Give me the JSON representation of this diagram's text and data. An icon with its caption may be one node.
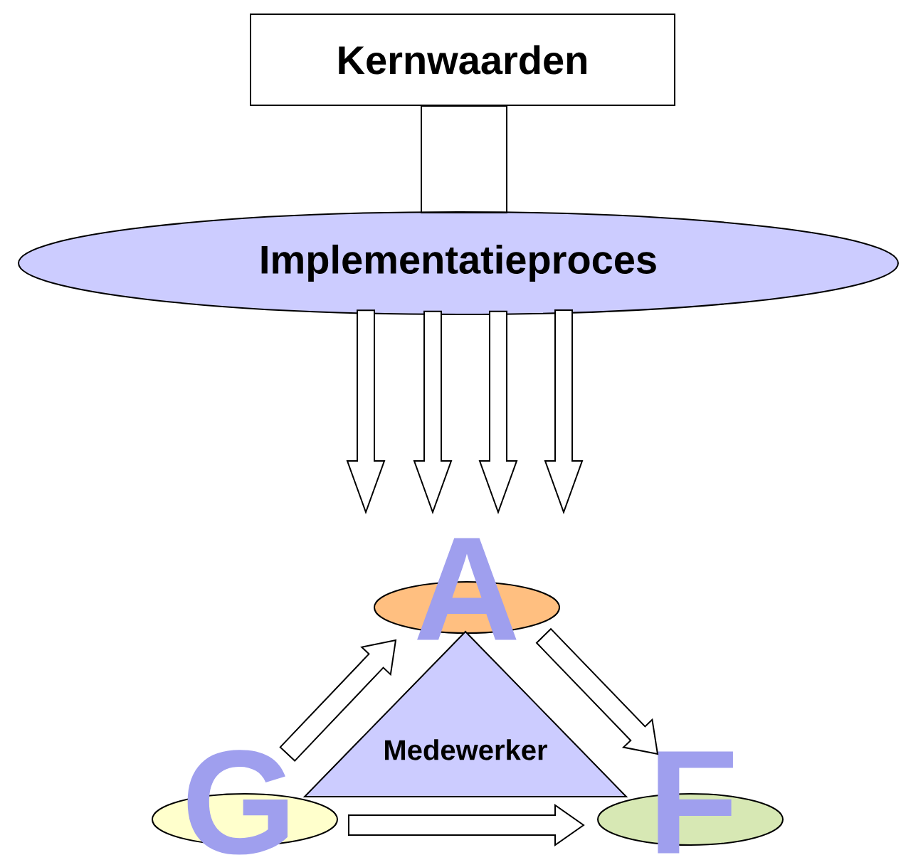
{
  "diagram": {
    "nodes": [
      {
        "text": [
          "Kernwaarden"
        ]
      },
      {
        "text": [
          "Implementatieproces"
        ]
      },
      {
        "text": [
          "A"
        ]
      },
      {
        "text": [
          "Medewerker"
        ]
      },
      {
        "text": [
          "G"
        ]
      },
      {
        "text": [
          "F"
        ]
      }
    ],
    "edges": [
      {
        "from": 0,
        "to": 1,
        "arrow": "none"
      },
      {
        "from": 1,
        "to": null,
        "arrow": "to"
      },
      {
        "from": 1,
        "to": null,
        "arrow": "to"
      },
      {
        "from": 1,
        "to": null,
        "arrow": "to"
      },
      {
        "from": 1,
        "to": null,
        "arrow": "to"
      },
      {
        "from": 4,
        "to": 2,
        "arrow": "to"
      },
      {
        "from": 2,
        "to": 5,
        "arrow": "to"
      },
      {
        "from": 4,
        "to": 5,
        "arrow": "to"
      }
    ]
  }
}
